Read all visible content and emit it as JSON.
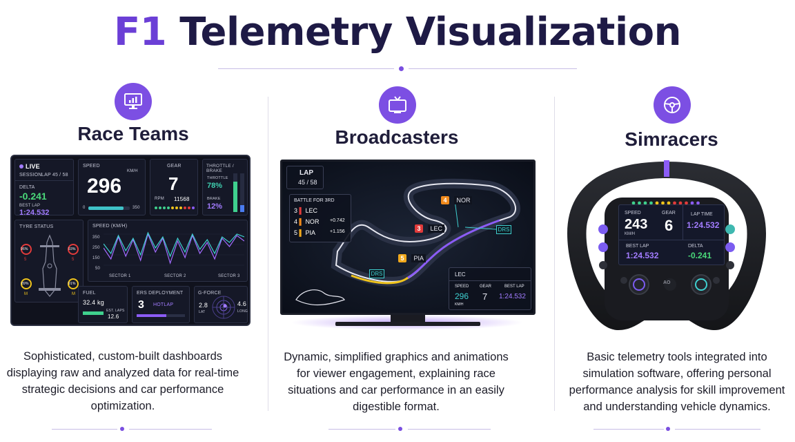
{
  "title": {
    "accent": "F1",
    "rest": "Telemetry Visualization"
  },
  "sections": [
    {
      "icon": "monitor-chart-icon",
      "heading": "Race Teams",
      "description": "Sophisticated, custom-built dashboards displaying raw and analyzed data for real-time strategic decisions and car performance optimization."
    },
    {
      "icon": "tv-icon",
      "heading": "Broadcasters",
      "description": "Dynamic, simplified graphics and animations for viewer engagement, explaining race situations and car performance in an easily digestible format."
    },
    {
      "icon": "steering-wheel-icon",
      "heading": "Simracers",
      "description": "Basic telemetry tools integrated into simulation software, offering personal performance analysis for skill improvement and understanding vehicle dynamics."
    }
  ],
  "dashboard": {
    "live": "LIVE",
    "session": "SESSION",
    "lap": "LAP 45 / 58",
    "delta_label": "DELTA",
    "delta": "-0.241",
    "best_lap_label": "BEST LAP",
    "best_lap": "1:24.532",
    "speed_label": "SPEED",
    "speed_unit": "KM/H",
    "speed": "296",
    "speed_min": "0",
    "speed_max": "350",
    "speed_fraction": 0.85,
    "gear_label": "GEAR",
    "gear": "7",
    "rpm_label": "RPM",
    "rpm": "11568",
    "tb_label": "THROTTLE / BRAKE",
    "throttle_label": "THROTTLE",
    "throttle": "78%",
    "throttle_fraction": 0.78,
    "brake_label": "BRAKE",
    "brake": "12%",
    "brake_fraction": 0.12,
    "tyre_label": "TYRE STATUS",
    "tyres": [
      {
        "temp": "96%",
        "wear": "5"
      },
      {
        "temp": "93%",
        "wear": "5"
      },
      {
        "temp": "89%",
        "wear": "M"
      },
      {
        "temp": "91%",
        "wear": "M"
      }
    ],
    "chart_title": "SPEED (KM/H)",
    "y_ticks": [
      "350",
      "250",
      "150",
      "50"
    ],
    "sectors": [
      "SECTOR 1",
      "SECTOR 2",
      "SECTOR 3"
    ],
    "fuel_label": "FUEL",
    "fuel": "32.4 kg",
    "fuel_laps_label": "EST. LAPS",
    "fuel_laps": "12.6",
    "ers_label": "ERS DEPLOYMENT",
    "ers_value": "3",
    "ers_mode": "HOTLAP",
    "gforce_label": "G-FORCE",
    "g_lat": "2.8",
    "g_lat_label": "LAT",
    "g_long": "4.6",
    "g_long_label": "LONG"
  },
  "chart_data": {
    "type": "line",
    "title": "SPEED (KM/H)",
    "xlabel": "",
    "ylabel": "",
    "categories": [
      "SECTOR 1",
      "SECTOR 2",
      "SECTOR 3"
    ],
    "ylim": [
      50,
      350
    ],
    "series": [
      {
        "color": "#a26bff",
        "values": [
          230,
          150,
          310,
          170,
          290,
          140,
          330,
          200,
          300,
          120,
          280,
          160,
          320,
          190,
          270,
          150,
          300,
          240,
          320,
          280
        ]
      },
      {
        "color": "#3fd0d0",
        "values": [
          260,
          190,
          320,
          210,
          300,
          180,
          340,
          230,
          310,
          170,
          300,
          200,
          330,
          220,
          290,
          190,
          310,
          270,
          330,
          310
        ]
      }
    ]
  },
  "broadcast": {
    "lap_label": "LAP",
    "lap": "45 / 58",
    "battle_title": "BATTLE FOR 3RD",
    "battle": [
      {
        "pos": "3",
        "driver": "LEC",
        "gap": "",
        "color": "#e23b3b"
      },
      {
        "pos": "4",
        "driver": "NOR",
        "gap": "+0.742",
        "color": "#f08a1c"
      },
      {
        "pos": "5",
        "driver": "PIA",
        "gap": "+1.156",
        "color": "#f0a81c"
      }
    ],
    "map_markers": [
      {
        "pos": "4",
        "driver": "NOR",
        "color": "#f08a1c"
      },
      {
        "pos": "3",
        "driver": "LEC",
        "color": "#e23b3b"
      },
      {
        "pos": "5",
        "driver": "PIA",
        "color": "#f0a81c"
      }
    ],
    "drs_label": "DRS",
    "driver_card": {
      "driver": "LEC",
      "speed_label": "SPEED",
      "speed": "296",
      "speed_unit": "KM/H",
      "gear_label": "GEAR",
      "gear": "7",
      "best_label": "BEST LAP",
      "best": "1:24.532"
    }
  },
  "wheel": {
    "speed_label": "SPEED",
    "speed": "243",
    "speed_unit": "KM/H",
    "gear_label": "GEAR",
    "gear": "6",
    "lap_time_label": "LAP TIME",
    "lap_time": "1:24.532",
    "best_label": "BEST LAP",
    "best": "1:24.532",
    "delta_label": "DELTA",
    "delta": "-0.241",
    "center_logo": "AO"
  },
  "colors": {
    "accent": "#7c4fe3",
    "title": "#1e1a45",
    "green": "#4ad97a",
    "purple": "#a27cff"
  }
}
